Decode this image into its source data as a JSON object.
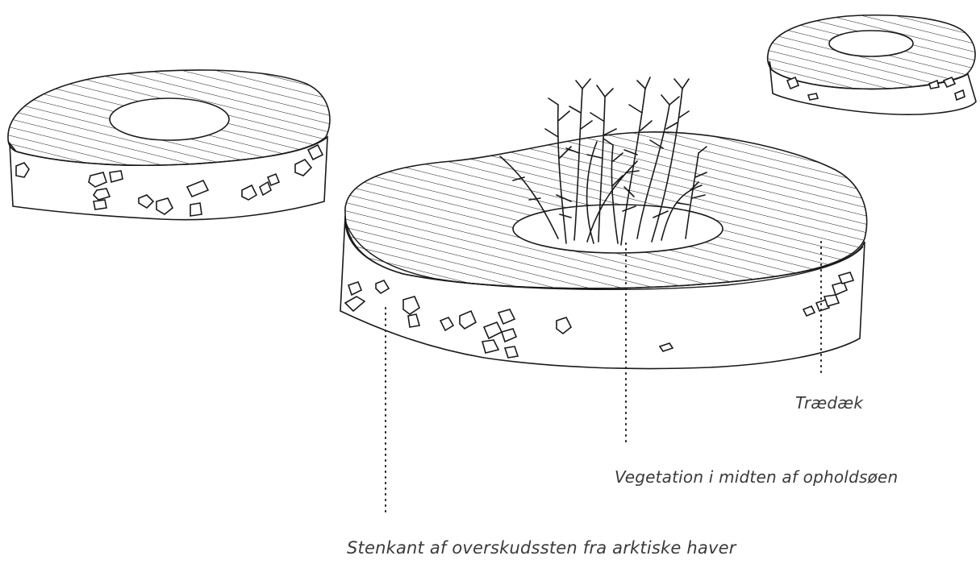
{
  "labels": {
    "deck": "Trædæk",
    "vegetation": "Vegetation i midten af opholdsøen",
    "stone_edge": "Stenkant af overskudssten fra arktiske haver"
  },
  "colors": {
    "ink": "#1a1a1a",
    "text": "#3a3a3a",
    "background": "#ffffff"
  }
}
